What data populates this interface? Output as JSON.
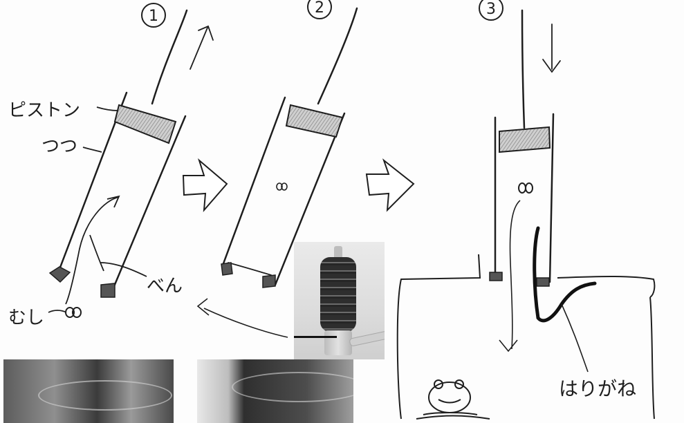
{
  "steps": [
    {
      "label": "1"
    },
    {
      "label": "2"
    },
    {
      "label": "3"
    }
  ],
  "labels": {
    "piston": "ピストン",
    "tube": "つつ",
    "insect": "むし",
    "valve": "べん",
    "wire": "はりがね"
  },
  "icons": {
    "step_arrow": "hollow-right-arrow",
    "frog": "frog-doodle"
  },
  "colors": {
    "ink": "#1e1e1e",
    "shading": "#9a9a9a",
    "paper": "#fdfdfd"
  }
}
